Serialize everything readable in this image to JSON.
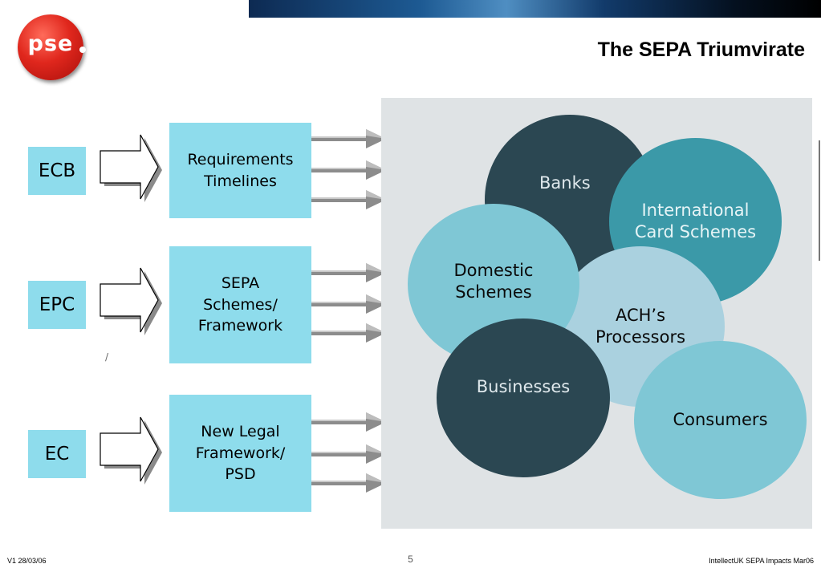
{
  "header": {
    "title": "The SEPA Triumvirate",
    "logo_text": "pse"
  },
  "sources": [
    {
      "label": "ECB",
      "output": "Requirements\nTimelines"
    },
    {
      "label": "EPC",
      "output": "SEPA\nSchemes/\nFramework"
    },
    {
      "label": "EC",
      "output": "New Legal\nFramework/\nPSD"
    }
  ],
  "stakeholders": [
    {
      "label": "Banks",
      "color": "#2b4752",
      "text_color": "#dfe8ec"
    },
    {
      "label": "International\nCard Schemes",
      "color": "#3b99a8",
      "text_color": "#e6f4f6"
    },
    {
      "label": "ACH’s\nProcessors",
      "color": "#aad1df",
      "text_color": "#0a0a0a"
    },
    {
      "label": "Domestic\nSchemes",
      "color": "#7fc7d5",
      "text_color": "#0a0a0a"
    },
    {
      "label": "Businesses",
      "color": "#2b4752",
      "text_color": "#dfe8ec"
    },
    {
      "label": "Consumers",
      "color": "#7fc7d5",
      "text_color": "#0a0a0a"
    }
  ],
  "stray_mark": "/",
  "footer": {
    "left": "V1  28/03/06",
    "page": "5",
    "right": "IntellectUK SEPA Impacts Mar06"
  },
  "colors": {
    "box_fill": "#8edcec",
    "panel": "#dfe3e5",
    "logo_red": "#e0271d"
  }
}
